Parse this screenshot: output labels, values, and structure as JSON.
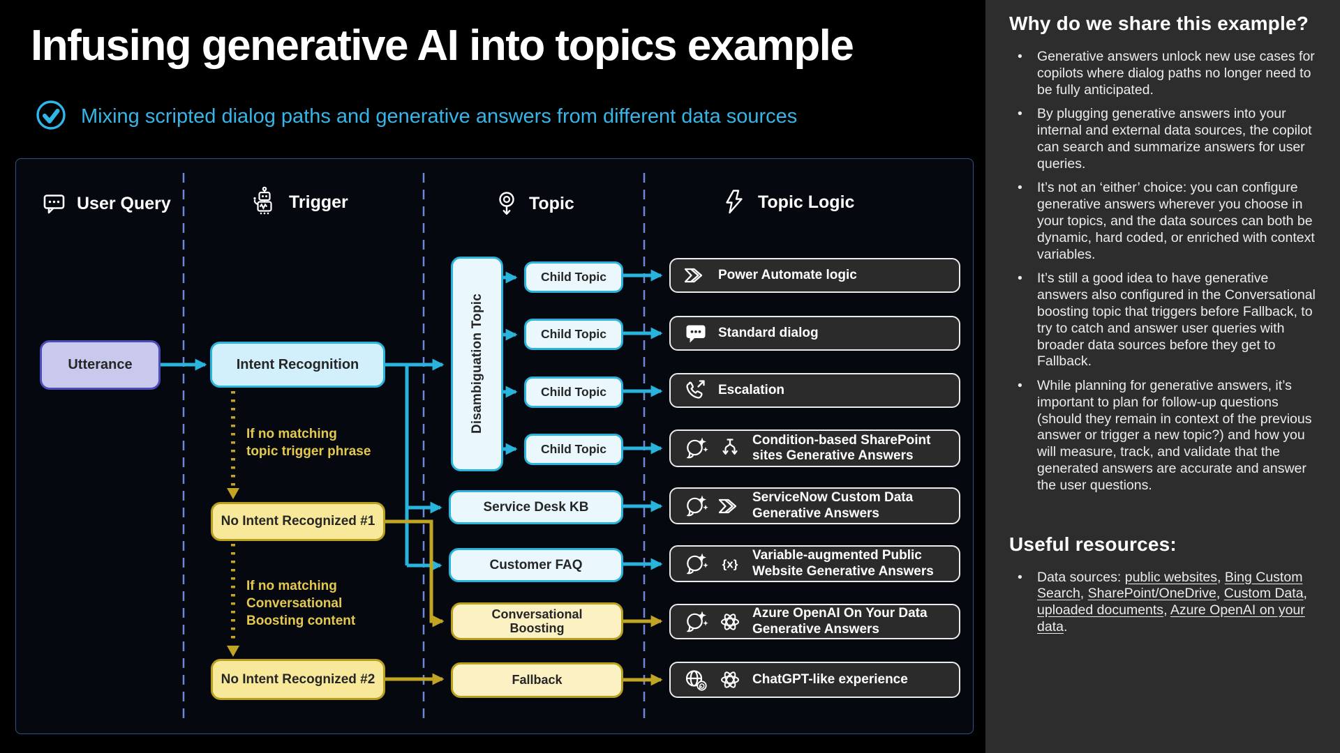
{
  "page": {
    "title": "Infusing generative AI into topics example",
    "subtitle": "Mixing scripted dialog paths and generative answers from different data sources"
  },
  "diagram": {
    "columns": [
      {
        "label": "User Query",
        "icon": "speech-bubble-icon"
      },
      {
        "label": "Trigger",
        "icon": "robot-icon"
      },
      {
        "label": "Topic",
        "icon": "topic-target-icon"
      },
      {
        "label": "Topic Logic",
        "icon": "lightning-icon"
      }
    ],
    "nodes": {
      "utterance": "Utterance",
      "intent_recognition": "Intent Recognition",
      "disambiguation_topic": "Disambiguation Topic",
      "child_topic": "Child Topic",
      "service_desk_kb": "Service Desk KB",
      "customer_faq": "Customer FAQ",
      "conversational_boosting": "Conversational Boosting",
      "fallback": "Fallback",
      "no_intent_1": "No Intent Recognized #1",
      "no_intent_2": "No Intent Recognized #2"
    },
    "annotations": {
      "no_topic_match": "If no matching\ntopic trigger phrase",
      "no_boosting_match": "If no matching\nConversational\nBoosting content"
    },
    "logic_items": [
      {
        "label": "Power Automate logic"
      },
      {
        "label": "Standard dialog"
      },
      {
        "label": "Escalation"
      },
      {
        "label": "Condition-based SharePoint sites Generative Answers"
      },
      {
        "label": "ServiceNow Custom Data Generative Answers"
      },
      {
        "label": "Variable-augmented Public Website Generative Answers"
      },
      {
        "label": "Azure OpenAI On Your Data Generative Answers"
      },
      {
        "label": "ChatGPT-like experience"
      }
    ],
    "colors": {
      "accent_cyan": "#29b4de",
      "accent_yellow": "#b99f1e",
      "yellow_text": "#e5c94f",
      "cyan_fill": "#d2f0fb",
      "yellow_fill": "#f8e89a",
      "purple_fill": "#c8c9ec",
      "purple_border": "#4c4cba",
      "logic_fill": "#2b2b2b",
      "divider_blue": "#6e86d4",
      "subtitle_cyan": "#36b6e8",
      "sidebar_bg": "#2d2d2d"
    }
  },
  "sidebar": {
    "heading": "Why do we share this example?",
    "bullets": [
      "Generative answers unlock new use cases for copilots where dialog paths no longer need to be fully anticipated.",
      "By plugging generative answers into your internal and external data sources, the copilot can search and summarize answers for user queries.",
      "It’s not an ‘either’ choice: you can configure generative answers wherever you choose in your topics, and the data sources can both be dynamic, hard coded, or enriched with context variables.",
      "It’s still a good idea to have generative answers also configured in the Conversational boosting topic that triggers before Fallback, to try to catch and answer user queries with broader data sources before they get to Fallback.",
      "While planning for generative answers, it’s important to plan for follow-up questions (should they remain in context of the previous answer or trigger a new topic?) and how you will measure, track, and validate that the generated answers are accurate and answer the user questions."
    ],
    "resources": {
      "heading": "Useful resources:",
      "intro": "Data sources: ",
      "links": [
        {
          "text": "public websites",
          "suffix": ", "
        },
        {
          "text": "Bing Custom Search",
          "suffix": ", "
        },
        {
          "text": "SharePoint/OneDrive",
          "suffix": ", "
        },
        {
          "text": "Custom Data",
          "suffix": ", "
        },
        {
          "text": "uploaded documents",
          "suffix": ", "
        },
        {
          "text": "Azure OpenAI on your data",
          "suffix": "."
        }
      ]
    }
  }
}
